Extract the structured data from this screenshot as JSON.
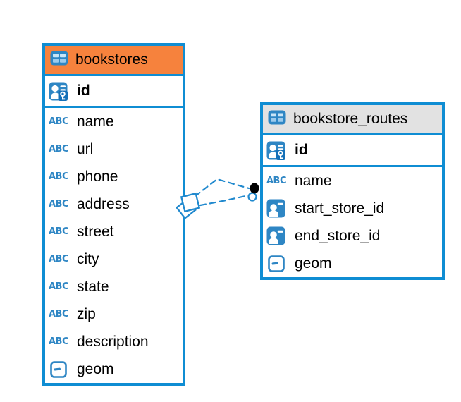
{
  "colors": {
    "table_border": "#0f8dd3",
    "connection": "#2089ce",
    "bookstores_header": "#f6823d",
    "routes_header": "#e2e2e2",
    "icon_blue": "#2e86c4",
    "icon_key_badge": "#1470b8",
    "text": "#000000"
  },
  "icons": {
    "abc_label": "ABC"
  },
  "tables": [
    {
      "name": "bookstores",
      "columns": [
        {
          "name": "id",
          "type": "primary-key"
        },
        {
          "name": "name",
          "type": "text"
        },
        {
          "name": "url",
          "type": "text"
        },
        {
          "name": "phone",
          "type": "text"
        },
        {
          "name": "address",
          "type": "text"
        },
        {
          "name": "street",
          "type": "text"
        },
        {
          "name": "city",
          "type": "text"
        },
        {
          "name": "state",
          "type": "text"
        },
        {
          "name": "zip",
          "type": "text"
        },
        {
          "name": "description",
          "type": "text"
        },
        {
          "name": "geom",
          "type": "geometry"
        }
      ]
    },
    {
      "name": "bookstore_routes",
      "columns": [
        {
          "name": "id",
          "type": "primary-key"
        },
        {
          "name": "name",
          "type": "text"
        },
        {
          "name": "start_store_id",
          "type": "foreign-key"
        },
        {
          "name": "end_store_id",
          "type": "foreign-key"
        },
        {
          "name": "geom",
          "type": "geometry"
        }
      ]
    }
  ],
  "relationship": {
    "from_table": "bookstores",
    "to_table": "bookstore_routes",
    "line_style": "dashed",
    "from_marker": "diamond",
    "to_marker": "filled-dot"
  }
}
